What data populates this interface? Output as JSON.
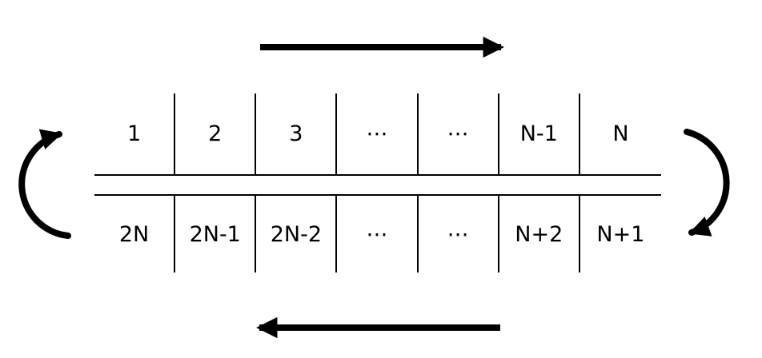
{
  "diagram": {
    "top_row_cells": [
      "1",
      "2",
      "3",
      "⋯",
      "⋯",
      "N-1",
      "N"
    ],
    "bottom_row_cells": [
      "2N",
      "2N-1",
      "2N-2",
      "⋯",
      "⋯",
      "N+2",
      "N+1"
    ],
    "icons": {
      "top_arrow": "arrow-right-icon",
      "bottom_arrow": "arrow-left-icon",
      "left_wrap_arrow": "curved-arrow-up-icon",
      "right_wrap_arrow": "curved-arrow-down-icon"
    },
    "colors": {
      "ink": "#000000",
      "background": "#ffffff"
    }
  }
}
